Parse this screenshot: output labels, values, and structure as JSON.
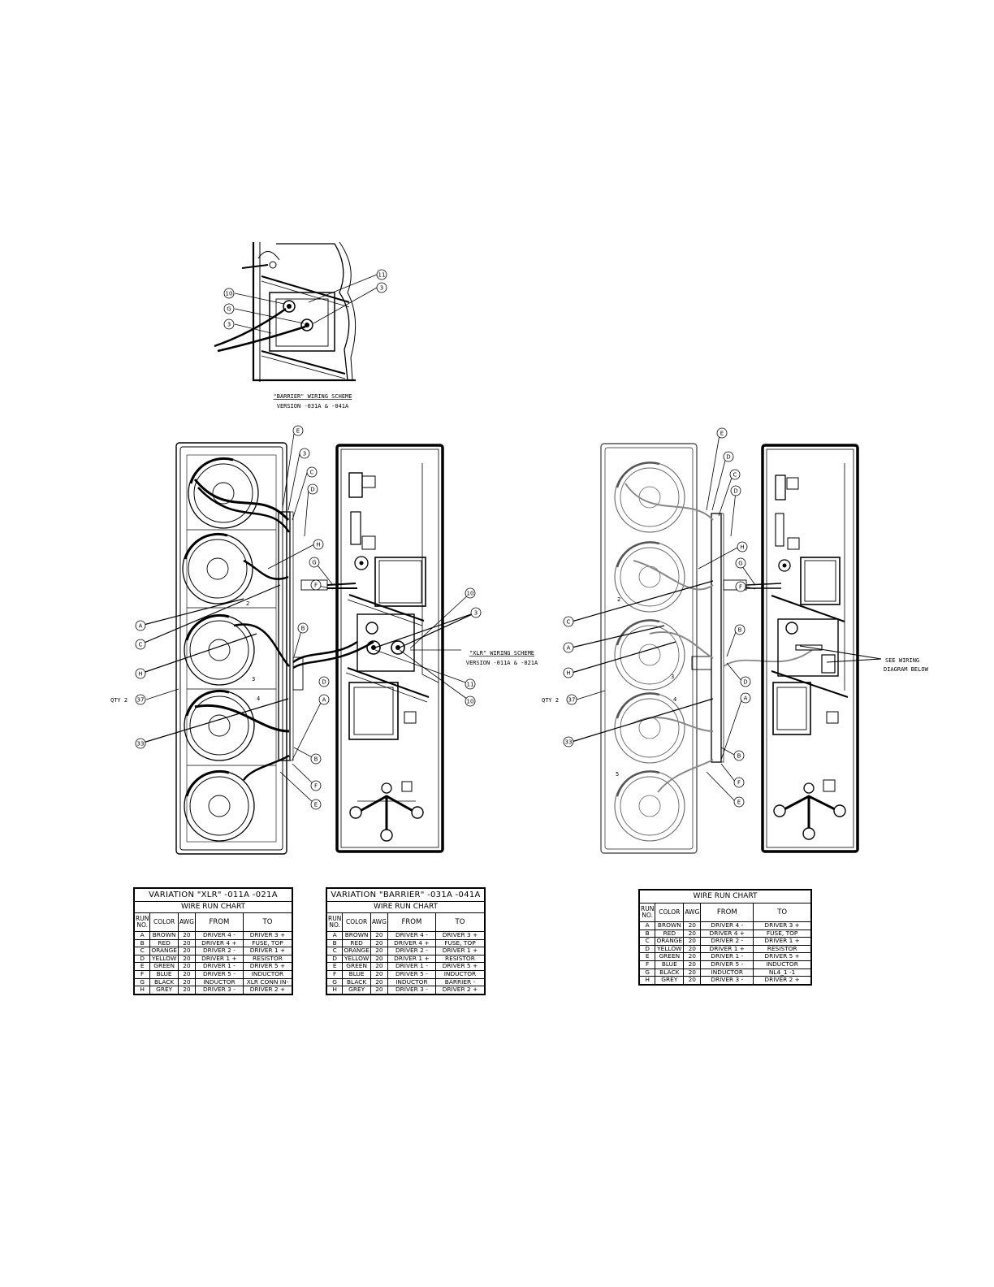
{
  "callouts": {
    "E": "E",
    "D": "D",
    "C": "C",
    "B": "B",
    "A": "A",
    "F": "F",
    "G": "G",
    "H": "H",
    "n10": "10",
    "n3": "3",
    "n11": "11",
    "n33": "33",
    "n37": "37"
  },
  "labels": {
    "qty": "QTY 2",
    "see_wiring": "SEE WIRING",
    "diagram_below": "DIAGRAM BELOW",
    "num_2": "2",
    "num_3": "3",
    "num_4": "4",
    "num_5": "5"
  },
  "captions": {
    "barrier_title": "\"BARRIER\" WIRING SCHEME",
    "barrier_version": "VERSION -031A & -041A",
    "xlr_title": "\"XLR\" WIRING SCHEME",
    "xlr_version": "VERSION -011A & -021A"
  },
  "charts": [
    {
      "title": "VARIATION \"XLR\" -011A -021A",
      "subtitle": "WIRE RUN CHART",
      "headers": {
        "run_line1": "RUN",
        "run_line2": "NO.",
        "color": "COLOR",
        "awg": "AWG",
        "from": "FROM",
        "to": "TO"
      },
      "rows": [
        {
          "run": "A",
          "color": "BROWN",
          "awg": "20",
          "from": "DRIVER 4 -",
          "to": "DRIVER 3 +"
        },
        {
          "run": "B",
          "color": "RED",
          "awg": "20",
          "from": "DRIVER 4 +",
          "to": "FUSE, TOP"
        },
        {
          "run": "C",
          "color": "ORANGE",
          "awg": "20",
          "from": "DRIVER 2 -",
          "to": "DRIVER 1 +"
        },
        {
          "run": "D",
          "color": "YELLOW",
          "awg": "20",
          "from": "DRIVER 1 +",
          "to": "RESISTOR"
        },
        {
          "run": "E",
          "color": "GREEN",
          "awg": "20",
          "from": "DRIVER 1 -",
          "to": "DRIVER 5 +"
        },
        {
          "run": "F",
          "color": "BLUE",
          "awg": "20",
          "from": "DRIVER 5 -",
          "to": "INDUCTOR"
        },
        {
          "run": "G",
          "color": "BLACK",
          "awg": "20",
          "from": "INDUCTOR",
          "to": "XLR CONN IN-"
        },
        {
          "run": "H",
          "color": "GREY",
          "awg": "20",
          "from": "DRIVER 3 -",
          "to": "DRIVER 2 +"
        }
      ]
    },
    {
      "title": "VARIATION \"BARRIER\" -031A -041A",
      "subtitle": "WIRE RUN CHART",
      "headers": {
        "run_line1": "RUN",
        "run_line2": "NO.",
        "color": "COLOR",
        "awg": "AWG",
        "from": "FROM",
        "to": "TO"
      },
      "rows": [
        {
          "run": "A",
          "color": "BROWN",
          "awg": "20",
          "from": "DRIVER 4 -",
          "to": "DRIVER 3 +"
        },
        {
          "run": "B",
          "color": "RED",
          "awg": "20",
          "from": "DRIVER 4 +",
          "to": "FUSE, TOP"
        },
        {
          "run": "C",
          "color": "ORANGE",
          "awg": "20",
          "from": "DRIVER 2 -",
          "to": "DRIVER 1 +"
        },
        {
          "run": "D",
          "color": "YELLOW",
          "awg": "20",
          "from": "DRIVER 1 +",
          "to": "RESISTOR"
        },
        {
          "run": "E",
          "color": "GREEN",
          "awg": "20",
          "from": "DRIVER 1 -",
          "to": "DRIVER 5 +"
        },
        {
          "run": "F",
          "color": "BLUE",
          "awg": "20",
          "from": "DRIVER 5 -",
          "to": "INDUCTOR"
        },
        {
          "run": "G",
          "color": "BLACK",
          "awg": "20",
          "from": "INDUCTOR",
          "to": "BARRIER -"
        },
        {
          "run": "H",
          "color": "GREY",
          "awg": "20",
          "from": "DRIVER 3 -",
          "to": "DRIVER 2 +"
        }
      ]
    },
    {
      "title": "",
      "subtitle": "WIRE RUN CHART",
      "headers": {
        "run_line1": "RUN",
        "run_line2": "NO.",
        "color": "COLOR",
        "awg": "AWG",
        "from": "FROM",
        "to": "TO"
      },
      "rows": [
        {
          "run": "A",
          "color": "BROWN",
          "awg": "20",
          "from": "DRIVER 4 -",
          "to": "DRIVER 3 +"
        },
        {
          "run": "B",
          "color": "RED",
          "awg": "20",
          "from": "DRIVER 4 +",
          "to": "FUSE, TOP"
        },
        {
          "run": "C",
          "color": "ORANGE",
          "awg": "20",
          "from": "DRIVER 2 -",
          "to": "DRIVER 1 +"
        },
        {
          "run": "D",
          "color": "YELLOW",
          "awg": "20",
          "from": "DRIVER 1 +",
          "to": "RESISTOR"
        },
        {
          "run": "E",
          "color": "GREEN",
          "awg": "20",
          "from": "DRIVER 1 -",
          "to": "DRIVER 5 +"
        },
        {
          "run": "F",
          "color": "BLUE",
          "awg": "20",
          "from": "DRIVER 5 -",
          "to": "INDUCTOR"
        },
        {
          "run": "G",
          "color": "BLACK",
          "awg": "20",
          "from": "INDUCTOR",
          "to": "NL4_1 -1"
        },
        {
          "run": "H",
          "color": "GREY",
          "awg": "20",
          "from": "DRIVER 3 -",
          "to": "DRIVER 2 +"
        }
      ]
    }
  ]
}
